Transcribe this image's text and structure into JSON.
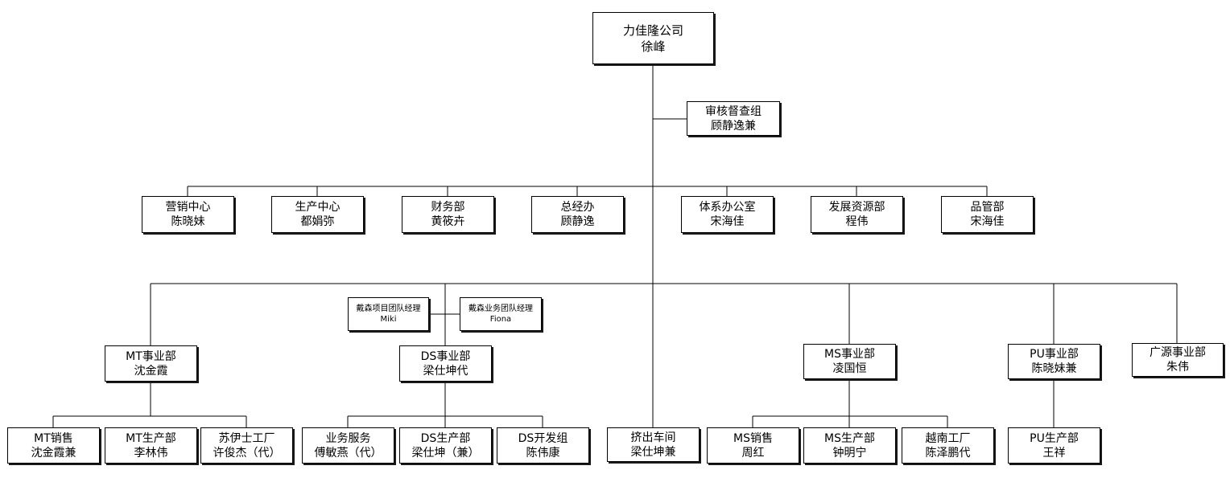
{
  "org": {
    "root": {
      "name": "力佳隆公司",
      "person": "徐峰"
    },
    "audit": {
      "name": "审核督查组",
      "person": "顾静逸兼"
    },
    "marketing": {
      "name": "营销中心",
      "person": "陈晓妹"
    },
    "production": {
      "name": "生产中心",
      "person": "都娟弥"
    },
    "finance": {
      "name": "财务部",
      "person": "黄筱卉"
    },
    "gm_office": {
      "name": "总经办",
      "person": "顾静逸"
    },
    "system_office": {
      "name": "体系办公室",
      "person": "宋海佳"
    },
    "dev_resources": {
      "name": "发展资源部",
      "person": "程伟"
    },
    "quality": {
      "name": "品管部",
      "person": "宋海佳"
    },
    "dyson_project": {
      "name": "戴森项目团队经理",
      "person": "Miki"
    },
    "dyson_business": {
      "name": "戴森业务团队经理",
      "person": "Fiona"
    },
    "mt_div": {
      "name": "MT事业部",
      "person": "沈金霞"
    },
    "ds_div": {
      "name": "DS事业部",
      "person": "梁仕坤代"
    },
    "ms_div": {
      "name": "MS事业部",
      "person": "凌国恒"
    },
    "pu_div": {
      "name": "PU事业部",
      "person": "陈晓妹兼"
    },
    "gy_div": {
      "name": "广源事业部",
      "person": "朱伟"
    },
    "mt_sales": {
      "name": "MT销售",
      "person": "沈金霞兼"
    },
    "mt_prod": {
      "name": "MT生产部",
      "person": "李林伟"
    },
    "suzhou_factory": {
      "name": "苏伊士工厂",
      "person": "许俊杰（代）"
    },
    "biz_service": {
      "name": "业务服务",
      "person": "傅敏燕（代）"
    },
    "ds_prod": {
      "name": "DS生产部",
      "person": "梁仕坤（兼）"
    },
    "ds_dev": {
      "name": "DS开发组",
      "person": "陈伟康"
    },
    "extrusion": {
      "name": "挤出车间",
      "person": "梁仕坤兼"
    },
    "ms_sales": {
      "name": "MS销售",
      "person": "周红"
    },
    "ms_prod": {
      "name": "MS生产部",
      "person": "钟明宁"
    },
    "vietnam_factory": {
      "name": "越南工厂",
      "person": "陈泽鹏代"
    },
    "pu_prod": {
      "name": "PU生产部",
      "person": "王祥"
    }
  }
}
